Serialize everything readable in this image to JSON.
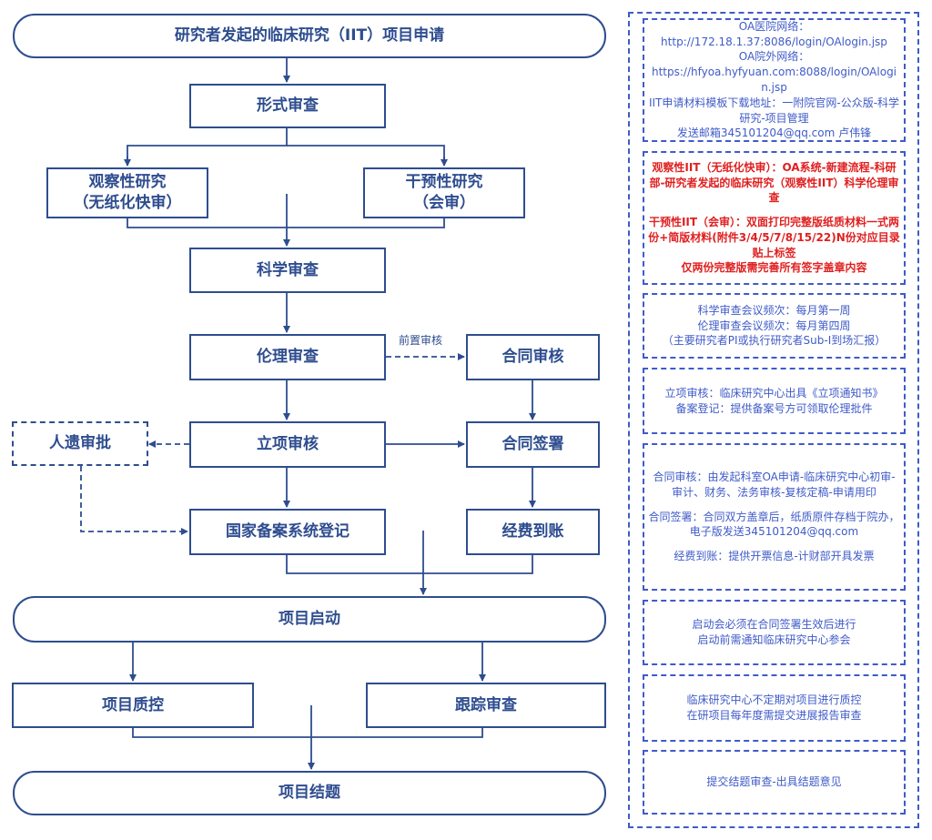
{
  "colors": {
    "flow": "#2E4D8F",
    "note": "#3F5BC8",
    "highlight": "#E02020"
  },
  "flowchart": {
    "nodes": {
      "apply": "研究者发起的临床研究（IIT）项目申请",
      "formal_review": "形式审查",
      "observational_title": "观察性研究",
      "observational_sub": "（无纸化快审）",
      "interventional_title": "干预性研究",
      "interventional_sub": "（会审）",
      "scientific_review": "科学审查",
      "ethics_review": "伦理审查",
      "contract_review": "合同审核",
      "project_approval": "立项审核",
      "human_genetic": "人遗审批",
      "contract_sign": "合同签署",
      "national_registry": "国家备案系统登记",
      "funds_arrival": "经费到账",
      "project_start": "项目启动",
      "quality_control": "项目质控",
      "tracking_review": "跟踪审查",
      "project_close": "项目结题"
    },
    "edge_labels": {
      "pre_review": "前置审核"
    }
  },
  "sidebar": {
    "box1": [
      "OA医院网络：",
      "http://172.18.1.37:8086/login/OAlogin.jsp",
      "OA院外网络：",
      "https://hfyoa.hyfyuan.com:8088/login/OAlogin.jsp",
      "IIT申请材料模板下载地址：一附院官网-公众版-科学研究-项目管理",
      "发送邮箱345101204@qq.com  卢伟锋"
    ],
    "box2": [
      "观察性IIT（无纸化快审）：OA系统-新建流程-科研部-研究者发起的临床研究（观察性IIT）科学伦理审查",
      "",
      "干预性IIT（会审）：双面打印完整版纸质材料一式两份+简版材料(附件3/4/5/7/8/15/22)N份对应目录贴上标签",
      "仅两份完整版需完善所有签字盖章内容"
    ],
    "box3": [
      "科学审查会议频次：每月第一周",
      "伦理审查会议频次：每月第四周",
      "（主要研究者PI或执行研究者Sub-I到场汇报）"
    ],
    "box4": [
      "立项审核：临床研究中心出具《立项通知书》",
      "备案登记：提供备案号方可领取伦理批件"
    ],
    "box5": [
      "合同审核：由发起科室OA申请-临床研究中心初审-审计、财务、法务审核-复核定稿-申请用印",
      "",
      "合同签署：合同双方盖章后，纸质原件存档于院办，电子版发送345101204@qq.com",
      "",
      "经费到账：提供开票信息-计财部开具发票"
    ],
    "box6": [
      "启动会必须在合同签署生效后进行",
      "启动前需通知临床研究中心参会"
    ],
    "box7": [
      "临床研究中心不定期对项目进行质控",
      "在研项目每年度需提交进展报告审查"
    ],
    "box8": [
      "提交结题审查-出具结题意见"
    ]
  }
}
